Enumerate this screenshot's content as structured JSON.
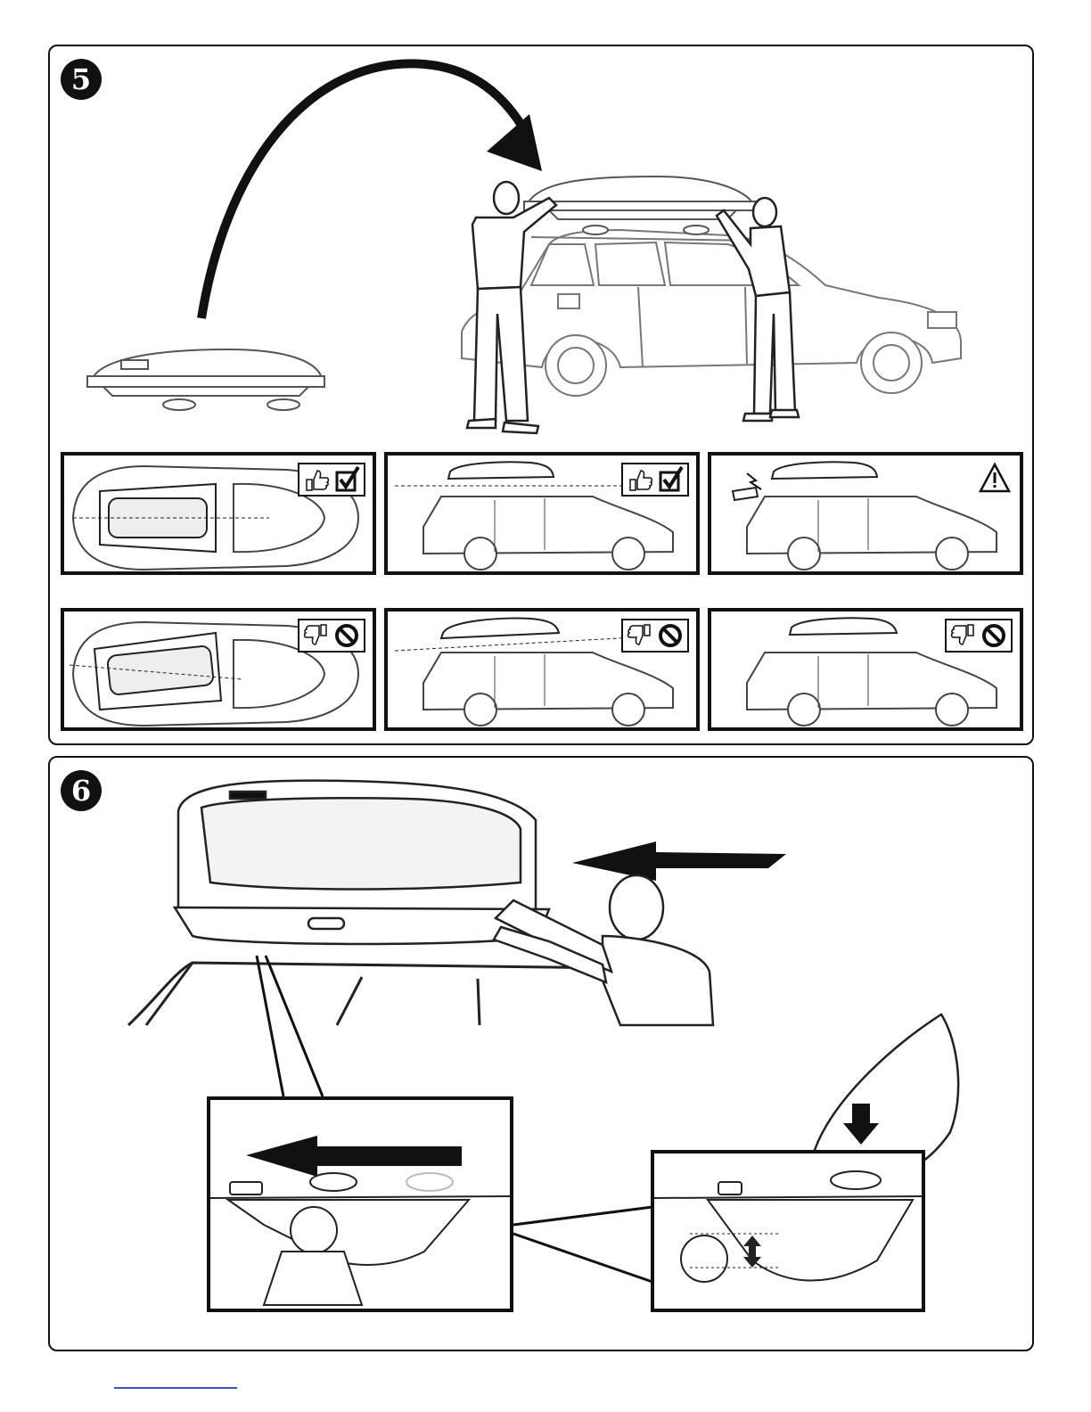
{
  "page": {
    "background": "#ffffff",
    "line_color": "#111111",
    "link_color": "#3355cc"
  },
  "steps": [
    {
      "number": "5",
      "icon": "step-number-badge",
      "thumbs": [
        {
          "view": "top",
          "result": "correct",
          "icons": [
            "thumbs-up-icon",
            "checkbox-check-icon"
          ]
        },
        {
          "view": "side",
          "result": "correct",
          "icons": [
            "thumbs-up-icon",
            "checkbox-check-icon"
          ]
        },
        {
          "view": "side",
          "result": "warning",
          "icons": [
            "warning-triangle-icon"
          ]
        },
        {
          "view": "top",
          "result": "incorrect",
          "icons": [
            "thumbs-down-icon",
            "prohibited-icon"
          ]
        },
        {
          "view": "side",
          "result": "incorrect",
          "icons": [
            "thumbs-down-icon",
            "prohibited-icon"
          ]
        },
        {
          "view": "side",
          "result": "incorrect",
          "icons": [
            "thumbs-down-icon",
            "prohibited-icon"
          ]
        }
      ]
    },
    {
      "number": "6",
      "icon": "step-number-badge"
    }
  ]
}
